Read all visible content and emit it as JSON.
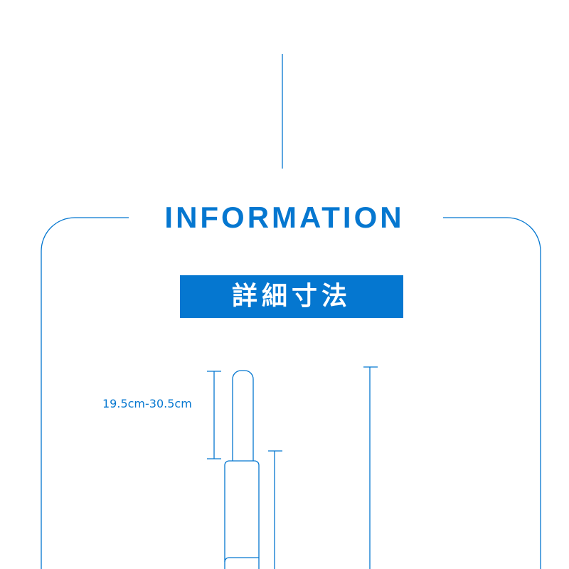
{
  "header": {
    "title": "INFORMATION"
  },
  "section": {
    "label": "詳細寸法"
  },
  "dimensions": {
    "handle_extension": "19.5cm-30.5cm"
  },
  "colors": {
    "accent": "#0577d0"
  }
}
